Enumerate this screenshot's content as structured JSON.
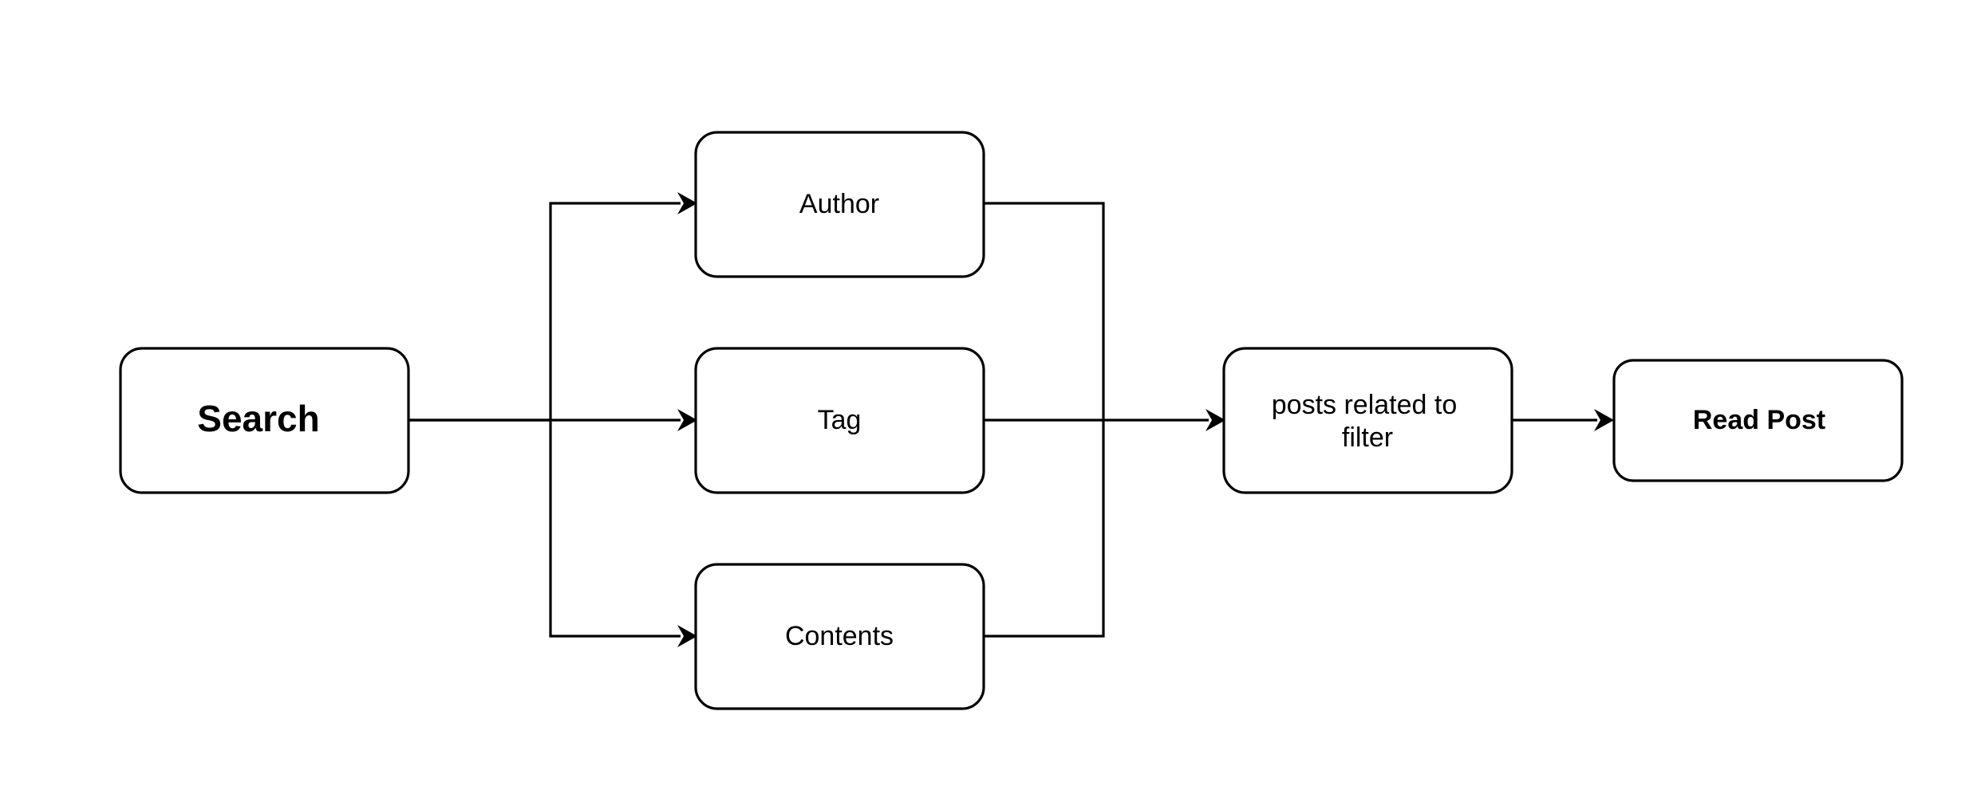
{
  "nodes": {
    "search": {
      "label": "Search"
    },
    "author": {
      "label": "Author"
    },
    "tag": {
      "label": "Tag"
    },
    "contents": {
      "label": "Contents"
    },
    "posts": {
      "label_line1": "posts related to",
      "label_line2": "filter"
    },
    "read_post": {
      "label": "Read Post"
    }
  },
  "edges": [
    {
      "from": "Search",
      "to": "Author"
    },
    {
      "from": "Search",
      "to": "Tag"
    },
    {
      "from": "Search",
      "to": "Contents"
    },
    {
      "from": "Author",
      "to": "posts related to filter"
    },
    {
      "from": "Tag",
      "to": "posts related to filter"
    },
    {
      "from": "Contents",
      "to": "posts related to filter"
    },
    {
      "from": "posts related to filter",
      "to": "Read Post"
    }
  ],
  "colors": {
    "stroke": "#000000",
    "fill": "#ffffff"
  }
}
